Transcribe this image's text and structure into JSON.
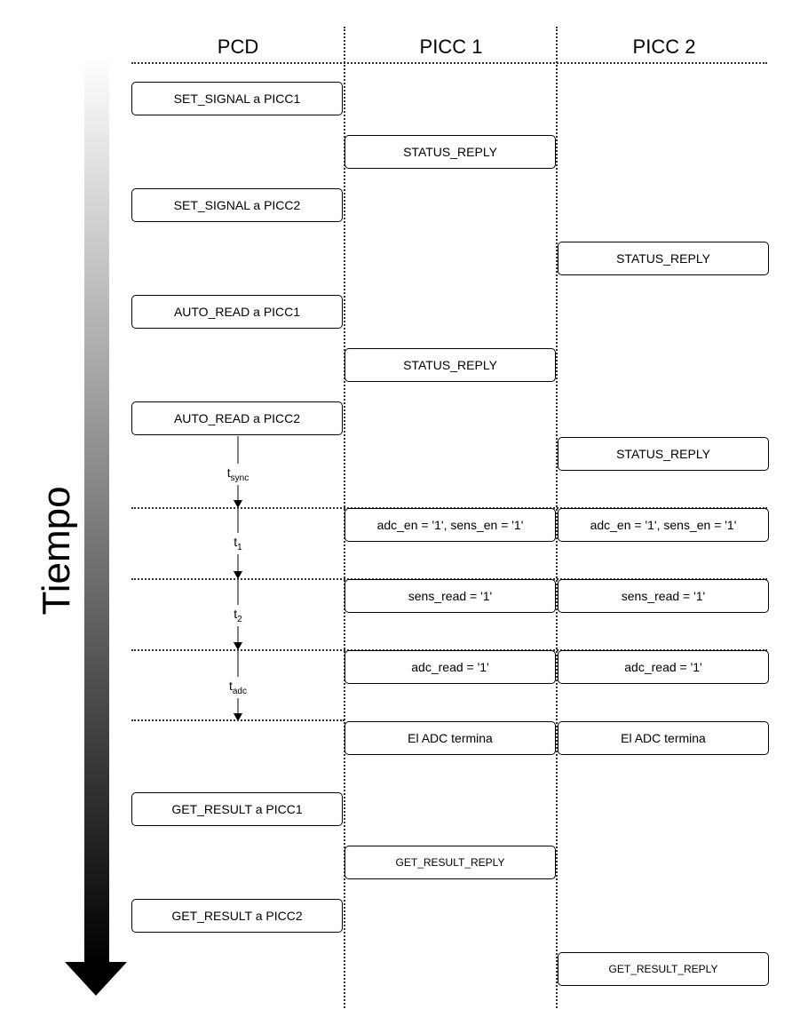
{
  "headers": {
    "pcd": "PCD",
    "picc1": "PICC 1",
    "picc2": "PICC 2"
  },
  "axis_label": "Tiempo",
  "messages": {
    "m1": "SET_SIGNAL a PICC1",
    "m2": "STATUS_REPLY",
    "m3": "SET_SIGNAL a PICC2",
    "m4": "STATUS_REPLY",
    "m5": "AUTO_READ a PICC1",
    "m6": "STATUS_REPLY",
    "m7": "AUTO_READ a PICC2",
    "m8": "STATUS_REPLY",
    "m9a": "adc_en = '1', sens_en = '1'",
    "m9b": "adc_en = '1', sens_en = '1'",
    "m10a": "sens_read = '1'",
    "m10b": "sens_read = '1'",
    "m11a": "adc_read = '1'",
    "m11b": "adc_read = '1'",
    "m12a": "El ADC termina",
    "m12b": "El ADC termina",
    "m13": "GET_RESULT a PICC1",
    "m14": "GET_RESULT_REPLY",
    "m15": "GET_RESULT a PICC2",
    "m16": "GET_RESULT_REPLY"
  },
  "timings": {
    "sync": {
      "base": "t",
      "sub": "sync"
    },
    "t1": {
      "base": "t",
      "sub": "1"
    },
    "t2": {
      "base": "t",
      "sub": "2"
    },
    "adc": {
      "base": "t",
      "sub": "adc"
    }
  }
}
